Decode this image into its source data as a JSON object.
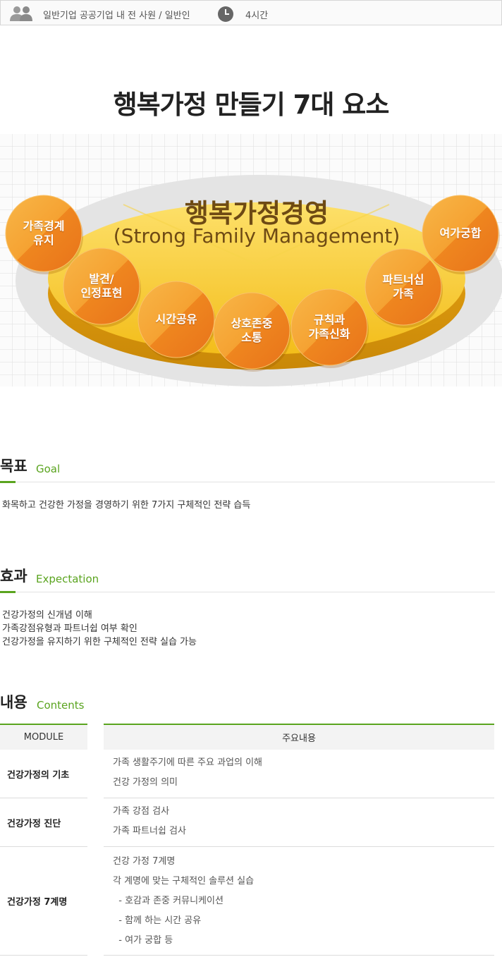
{
  "info": {
    "target": "일반기업 공공기업  내 전 사원 / 일반인",
    "duration": "4시간"
  },
  "title": "행복가정 만들기 7대 요소",
  "diagram": {
    "center_title": "행복가정경영",
    "center_subtitle": "(Strong Family Management)",
    "elements": [
      "가족경계\n유지",
      "발견/\n인정표현",
      "시간공유",
      "상호존중\n소통",
      "규칙과\n가족신화",
      "파트너십\n가족",
      "여가궁합"
    ],
    "colors": {
      "ellipse": "#f5c21f",
      "node": "#f07f1c",
      "node_light": "#f7ad3e"
    }
  },
  "goal": {
    "heading": "목표",
    "heading_en": "Goal",
    "text": "화목하고 건강한 가정을 경영하기 위한 7가지 구체적인 전략 습득"
  },
  "expectation": {
    "heading": "효과",
    "heading_en": "Expectation",
    "lines": [
      "건강가정의 신개념 이해",
      "가족강점유형과 파트너쉽 여부 확인",
      "건강가정을 유지하기 위한 구체적인 전략 실습 가능"
    ]
  },
  "contents": {
    "heading": "내용",
    "heading_en": "Contents",
    "col_module": "MODULE",
    "col_content": "주요내용",
    "rows": [
      {
        "module": "건강가정의 기초",
        "items": [
          "가족 생활주기에 따른 주요 과업의 이해",
          "건강 가정의 의미"
        ]
      },
      {
        "module": "건강가정 진단",
        "items": [
          "가족 강점 검사",
          "가족 파트너쉽 검사"
        ]
      },
      {
        "module": "건강가정 7계명",
        "items": [
          "건강 가정 7계명",
          "각 계명에 맞는 구체적인 솔루션 실습",
          "  - 호감과 존중 커뮤니케이션",
          "  - 함께 하는 시간 공유",
          "  - 여가 궁합 등"
        ]
      }
    ]
  },
  "accent_color": "#5aa41f"
}
